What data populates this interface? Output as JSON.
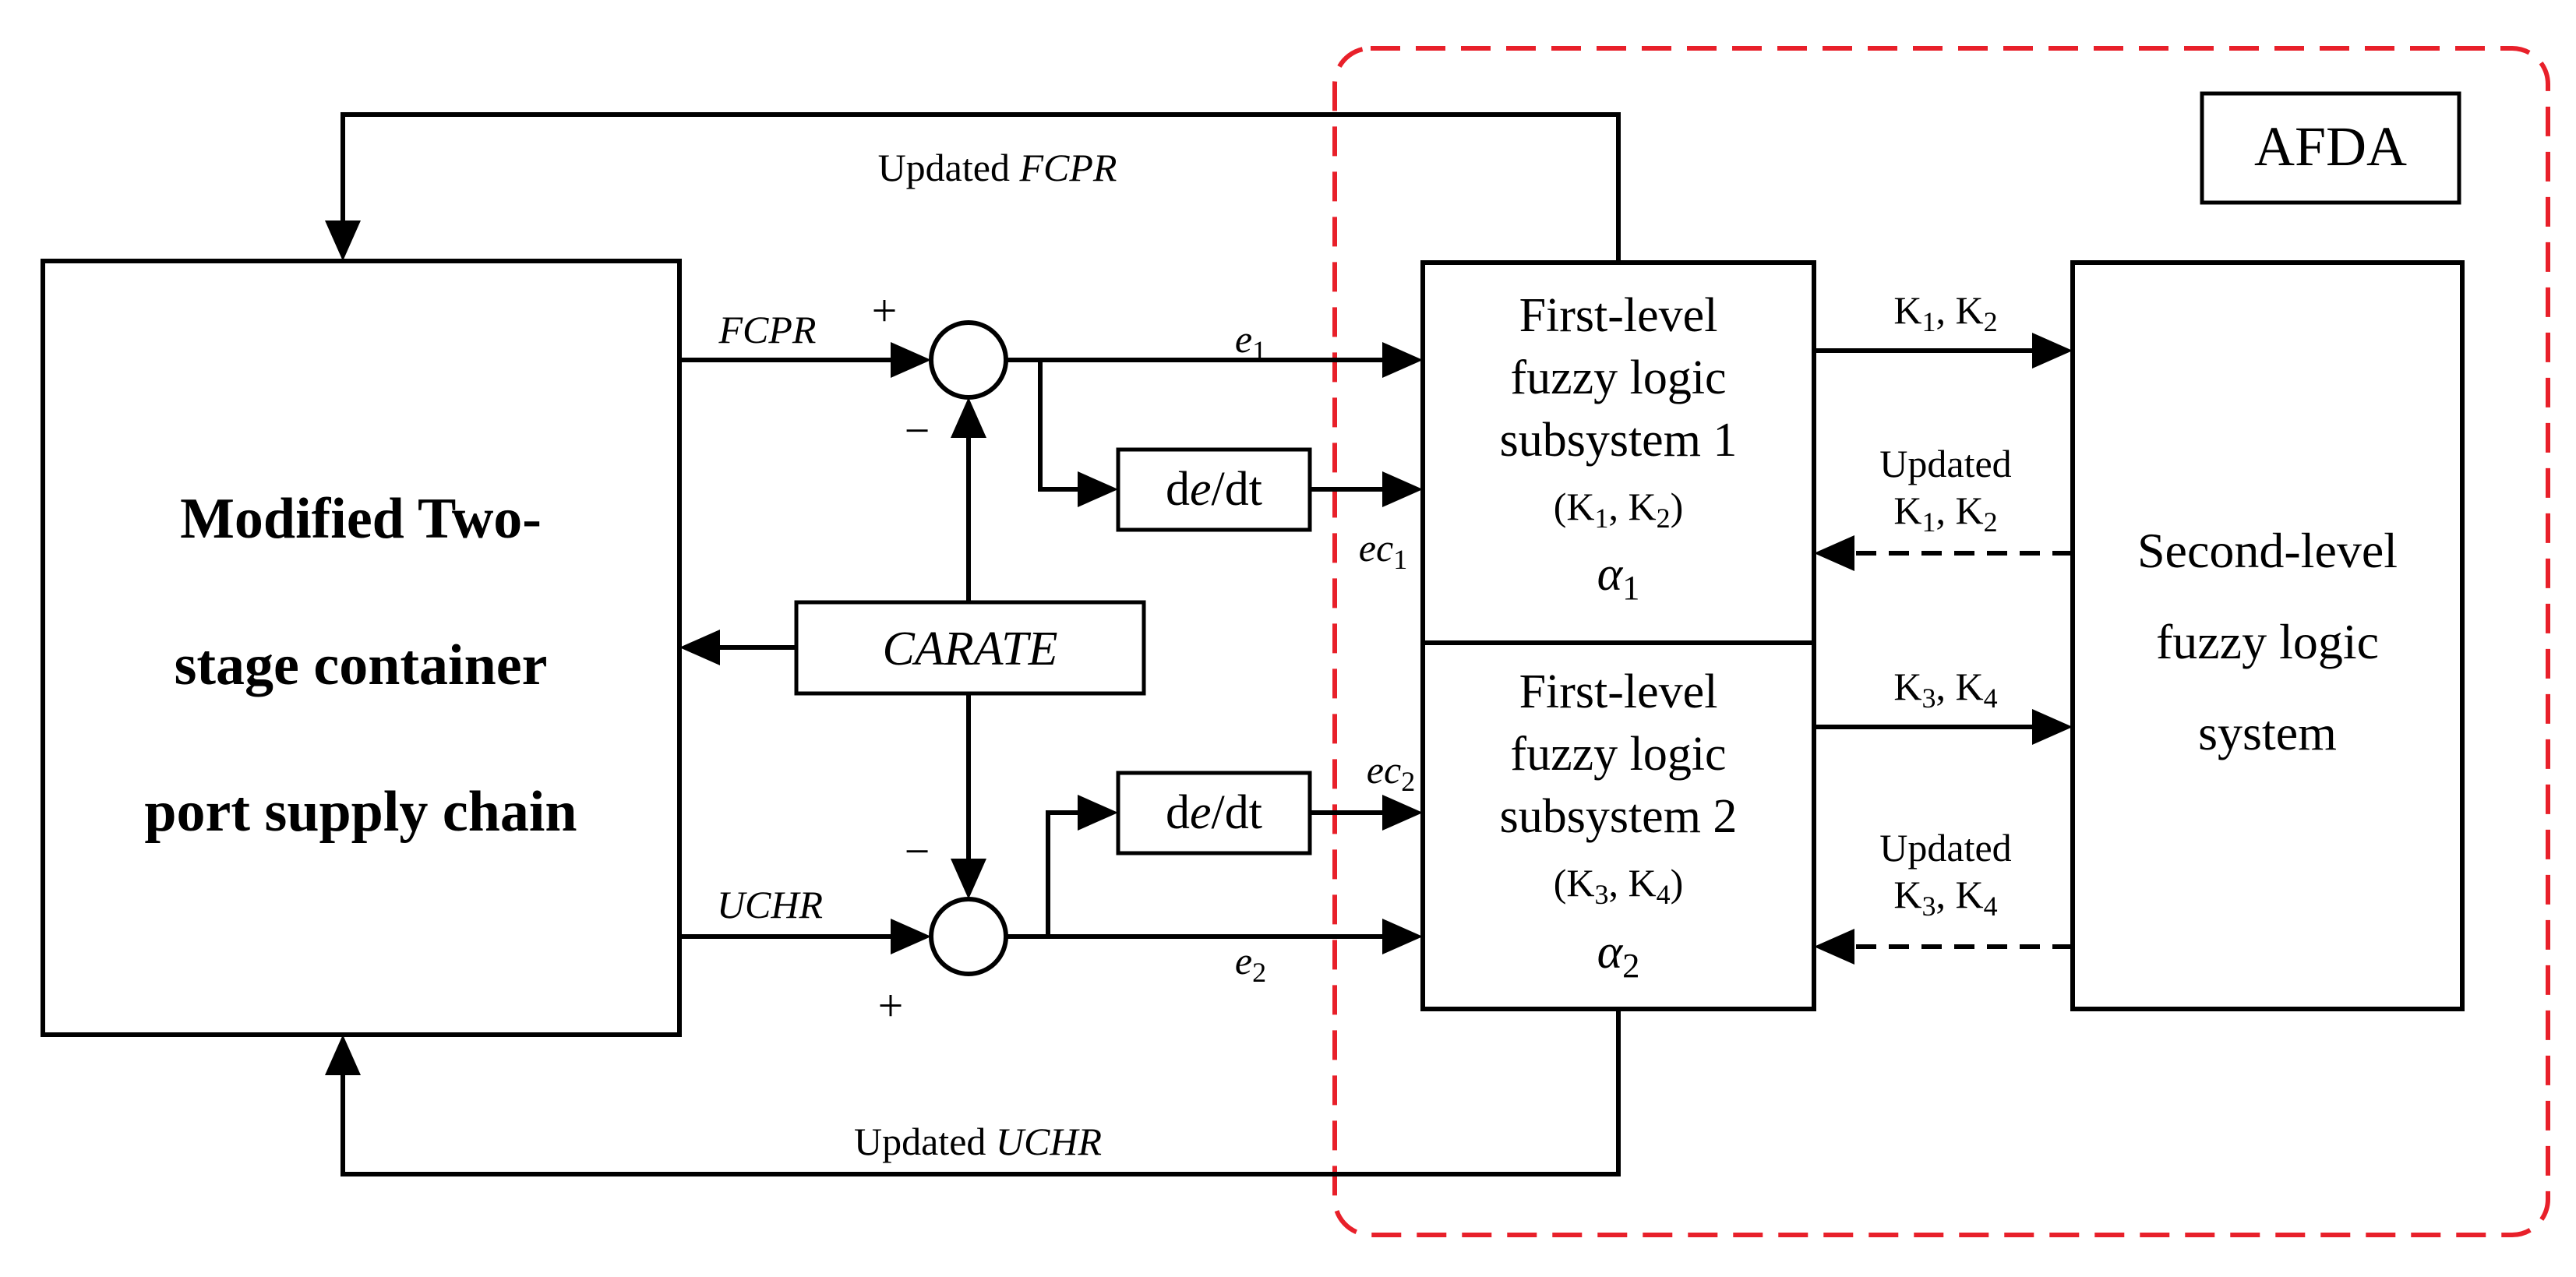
{
  "region": {
    "label": "AFDA",
    "border_color": "#e8202a"
  },
  "supply_chain": {
    "lines": [
      "Modified Two-",
      "stage container",
      "port supply chain"
    ]
  },
  "carate": {
    "label": "CARATE"
  },
  "derivative": {
    "label_d": "d",
    "label_e": "e",
    "label_dt": "/dt"
  },
  "first_level_1": {
    "lines": [
      "First-level",
      "fuzzy logic",
      "subsystem 1"
    ],
    "params": {
      "open": "(K",
      "s1": "1",
      "sep": ", K",
      "s2": "2",
      "close": ")"
    },
    "alpha": {
      "sym": "α",
      "sub": "1"
    }
  },
  "first_level_2": {
    "lines": [
      "First-level",
      "fuzzy logic",
      "subsystem 2"
    ],
    "params": {
      "open": "(K",
      "s1": "3",
      "sep": ", K",
      "s2": "4",
      "close": ")"
    },
    "alpha": {
      "sym": "α",
      "sub": "2"
    }
  },
  "second_level": {
    "lines": [
      "Second-level",
      "fuzzy logic",
      "system"
    ]
  },
  "signals": {
    "updated_fcpr": {
      "prefix": "Updated ",
      "var": "FCPR"
    },
    "updated_uchr": {
      "prefix": "Updated ",
      "var": "UCHR"
    },
    "fcpr": "FCPR",
    "uchr": "UCHR",
    "plus": "+",
    "minus": "−",
    "e1": {
      "sym": "e",
      "sub": "1"
    },
    "e2": {
      "sym": "e",
      "sub": "2"
    },
    "ec1": {
      "sym": "ec",
      "sub": "1"
    },
    "ec2": {
      "sym": "ec",
      "sub": "2"
    },
    "k12": {
      "a": "K",
      "s1": "1",
      "sep": ", K",
      "s2": "2"
    },
    "k34": {
      "a": "K",
      "s1": "3",
      "sep": ", K",
      "s2": "4"
    },
    "updated": "Updated"
  }
}
